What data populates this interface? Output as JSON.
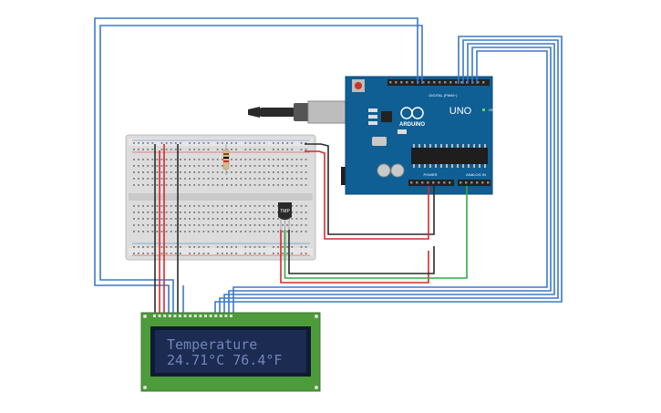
{
  "board": {
    "brand_label": "ARDUINO",
    "model_label": "UNO",
    "digital_header_label": "DIGITAL (PWM~)",
    "power_header_label": "POWER",
    "analog_header_label": "ANALOG IN",
    "led_on_label": "ON"
  },
  "sensor": {
    "label": "TMP"
  },
  "lcd": {
    "line1": "Temperature",
    "line2": "24.71°C 76.4°F"
  },
  "colors": {
    "wire_blue": "#3b78c8",
    "wire_red": "#d62b2b",
    "wire_black": "#2a2a2a",
    "wire_green": "#35a845",
    "board_blue": "#0f5e94",
    "lcd_pcb_green": "#4d9b3a",
    "lcd_screen": "#1c2b52"
  }
}
